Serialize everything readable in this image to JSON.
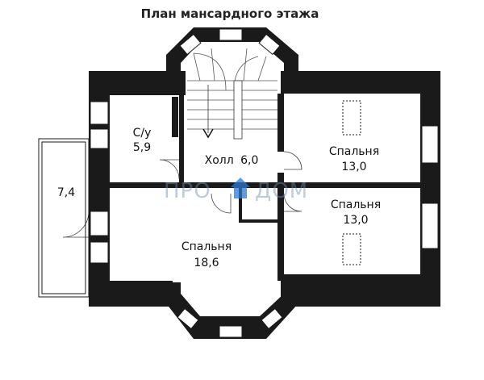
{
  "title": "План мансардного этажа",
  "watermark": {
    "left": "ПРО",
    "right": "ДОМ"
  },
  "rooms": [
    {
      "id": "wc",
      "name": "С/у",
      "area": "5,9"
    },
    {
      "id": "hall",
      "name": "Холл",
      "area": "6,0"
    },
    {
      "id": "bedroom-ne",
      "name": "Спальня",
      "area": "13,0"
    },
    {
      "id": "bedroom-e",
      "name": "Спальня",
      "area": "13,0"
    },
    {
      "id": "bedroom-sw",
      "name": "Спальня",
      "area": "18,6"
    },
    {
      "id": "balcony",
      "name": "",
      "area": "7,4"
    }
  ],
  "colors": {
    "wall": "#1a1a1a",
    "window": "#ffffff",
    "watermark": "#6f8fb5"
  }
}
